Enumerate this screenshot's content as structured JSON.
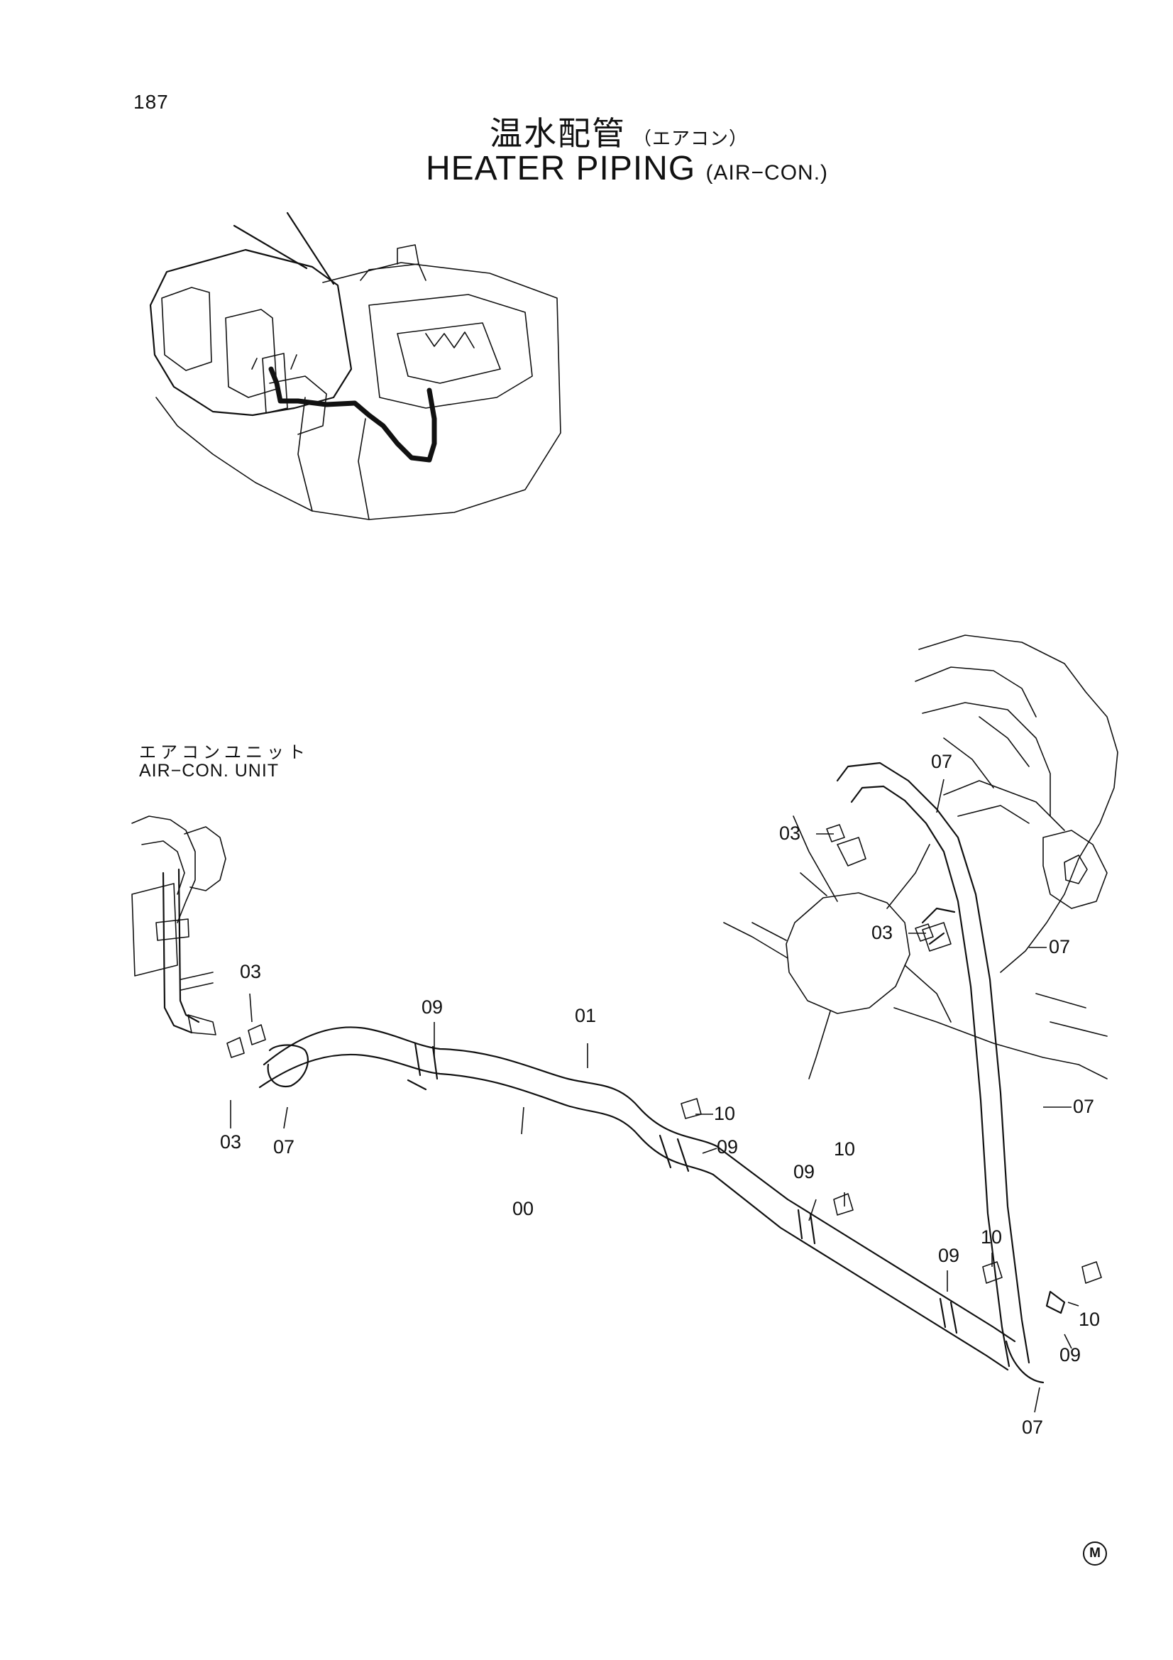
{
  "page_number": "187",
  "title": {
    "jp": "温水配管",
    "jp_sub": "（エアコン）",
    "en": "HEATER  PIPING",
    "en_sub": "(AIR−CON.)"
  },
  "unit_label": {
    "jp": "エアコンユニット",
    "en": "AIR−CON.  UNIT"
  },
  "callouts": [
    "07",
    "03",
    "03",
    "07",
    "07",
    "03",
    "03",
    "07",
    "09",
    "01",
    "10",
    "09",
    "10",
    "00",
    "09",
    "09",
    "10",
    "10",
    "09",
    "07"
  ],
  "footer_mark": "M"
}
